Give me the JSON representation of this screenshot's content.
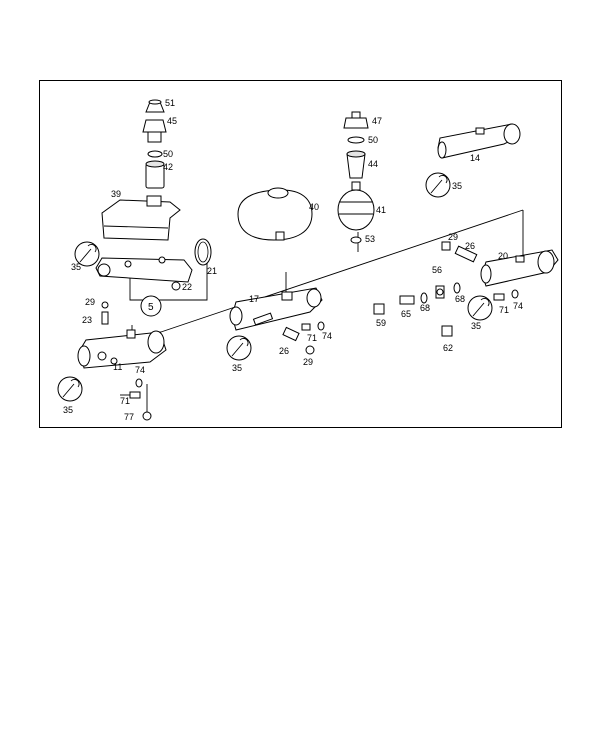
{
  "diagram": {
    "callouts": {
      "c51": "51",
      "c45": "45",
      "c50a": "50",
      "c42": "42",
      "c39": "39",
      "c35a": "35",
      "c22": "22",
      "c21": "21",
      "c5": "5",
      "c29a": "29",
      "c23": "23",
      "c11": "11",
      "c74a": "74",
      "c71a": "71",
      "c35b": "35",
      "c77": "77",
      "c40": "40",
      "c47": "47",
      "c50b": "50",
      "c44": "44",
      "c41": "41",
      "c53": "53",
      "c14": "14",
      "c35c": "35",
      "c17": "17",
      "c74b": "74",
      "c71b": "71",
      "c26a": "26",
      "c29b": "29",
      "c35d": "35",
      "c29c": "29",
      "c26b": "26",
      "c20": "20",
      "c56": "56",
      "c59": "59",
      "c65": "65",
      "c68a": "68",
      "c68b": "68",
      "c35e": "35",
      "c71c": "71",
      "c74c": "74",
      "c62": "62"
    },
    "icons": {
      "wrench": "wrench-icon"
    }
  }
}
